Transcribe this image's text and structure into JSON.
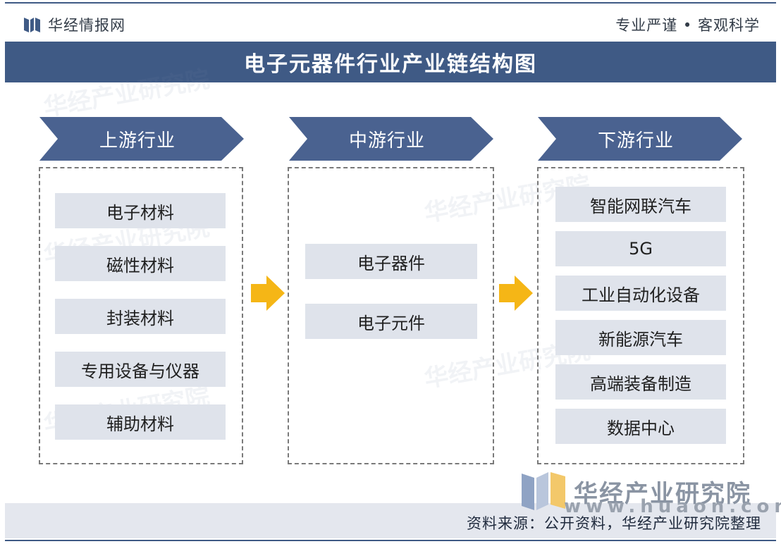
{
  "header": {
    "brand": "华经情报网",
    "tagline": "专业严谨 • 客观科学",
    "title": "电子元器件行业产业链结构图"
  },
  "columns": [
    {
      "label": "上游行业",
      "items": [
        "电子材料",
        "磁性材料",
        "封装材料",
        "专用设备与仪器",
        "辅助材料"
      ]
    },
    {
      "label": "中游行业",
      "items": [
        "电子器件",
        "电子元件"
      ]
    },
    {
      "label": "下游行业",
      "items": [
        "智能网联汽车",
        "5G",
        "工业自动化设备",
        "新能源汽车",
        "高端装备制造",
        "数据中心"
      ]
    }
  ],
  "watermark": {
    "brand": "华经产业研究院",
    "url": "www.huaon.com"
  },
  "footer": {
    "source": "资料来源：公开资料，华经产业研究院整理"
  },
  "colors": {
    "primary": "#3f5a85",
    "header_arrow": "#4a6290",
    "item_bg": "#dfe3eb",
    "flow_arrow": "#f5b616",
    "source_bg": "#e4e7ee"
  }
}
